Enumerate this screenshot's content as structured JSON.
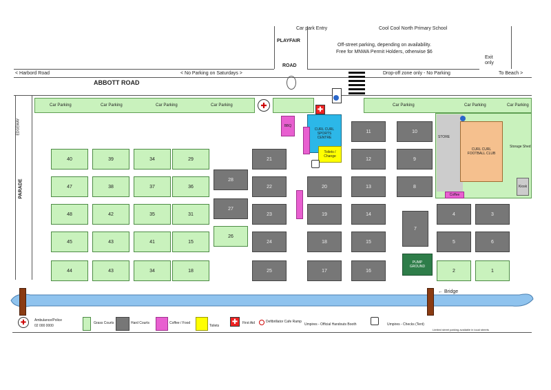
{
  "header": {
    "carpark_entry": "Car park Entry",
    "school": "Cool Cool North Primary School",
    "playfair": "PLAYFAIR",
    "road": "ROAD",
    "offstreet_line1": "Off-street parking, depending on availability.",
    "offstreet_line2": "Free for MNWA Permit Holders, otherwise $6",
    "exit_only_line1": "Exit",
    "exit_only_line2": "only",
    "harbord": "< Harbord Road",
    "abbott": "ABBOTT ROAD",
    "no_parking_sat": "< No Parking on Saturdays >",
    "dropoff": "Drop-off zone only - No Parking",
    "to_beach": "To Beach >",
    "side_road_top": "EDGEWAY",
    "side_road_main": "PARADE"
  },
  "labels": {
    "parking": "Car Parking",
    "building": "CURL CURL FOOTBALL CLUB",
    "canteen": "BBQ",
    "first_aid": "FIRST AID",
    "sports_centre": "CURL CURL SPORTS CENTRE",
    "toilets": "Toilets / Change",
    "bbq_pink": "Coffee",
    "pump": "PUMP GROUND",
    "bridge": "Bridge",
    "shed": "Storage Shed",
    "store": "STORE",
    "kiosk": "Kiosk"
  },
  "courts": {
    "green": [
      {
        "n": "40"
      },
      {
        "n": "39"
      },
      {
        "n": "34"
      },
      {
        "n": "29"
      },
      {
        "n": "47"
      },
      {
        "n": "38"
      },
      {
        "n": "37"
      },
      {
        "n": "36"
      },
      {
        "n": "48"
      },
      {
        "n": "42"
      },
      {
        "n": "35"
      },
      {
        "n": "31"
      },
      {
        "n": "45"
      },
      {
        "n": "43"
      },
      {
        "n": "41"
      },
      {
        "n": "15"
      },
      {
        "n": "44"
      },
      {
        "n": "43"
      },
      {
        "n": "34"
      },
      {
        "n": "18"
      },
      {
        "n": "26"
      },
      {
        "n": "2"
      },
      {
        "n": "1"
      }
    ],
    "grey": [
      {
        "n": "28"
      },
      {
        "n": "27"
      },
      {
        "n": "21"
      },
      {
        "n": "22"
      },
      {
        "n": "23"
      },
      {
        "n": "24"
      },
      {
        "n": "25"
      },
      {
        "n": "20"
      },
      {
        "n": "19"
      },
      {
        "n": "18"
      },
      {
        "n": "17"
      },
      {
        "n": "11"
      },
      {
        "n": "12"
      },
      {
        "n": "13"
      },
      {
        "n": "14"
      },
      {
        "n": "15"
      },
      {
        "n": "16"
      },
      {
        "n": "10"
      },
      {
        "n": "9"
      },
      {
        "n": "8"
      },
      {
        "n": "7"
      },
      {
        "n": "6"
      },
      {
        "n": "5"
      },
      {
        "n": "4"
      },
      {
        "n": "3"
      }
    ]
  },
  "legend": {
    "ambulance_line1": "Ambulance/Police",
    "ambulance_line2": "02 000 0000",
    "grass": "Grass Courts",
    "hard": "Hard Courts",
    "coffee": "Coffee / Food",
    "toilets": "Toilets",
    "first_aid": "First Aid",
    "defib": "Defibrillator Cafe Ramp",
    "umpires": "Umpires - Official Handouts Booth",
    "umpires_checks": "Umpires - Checks (Tent)",
    "footnote": "Limited street parking available in local streets"
  },
  "colors": {
    "grass": "#c9f2bd",
    "hard": "#777777",
    "pink": "#e85fd0",
    "yellow": "#ffff00",
    "creek": "#8fc3ee",
    "building": "#f5c08e"
  }
}
